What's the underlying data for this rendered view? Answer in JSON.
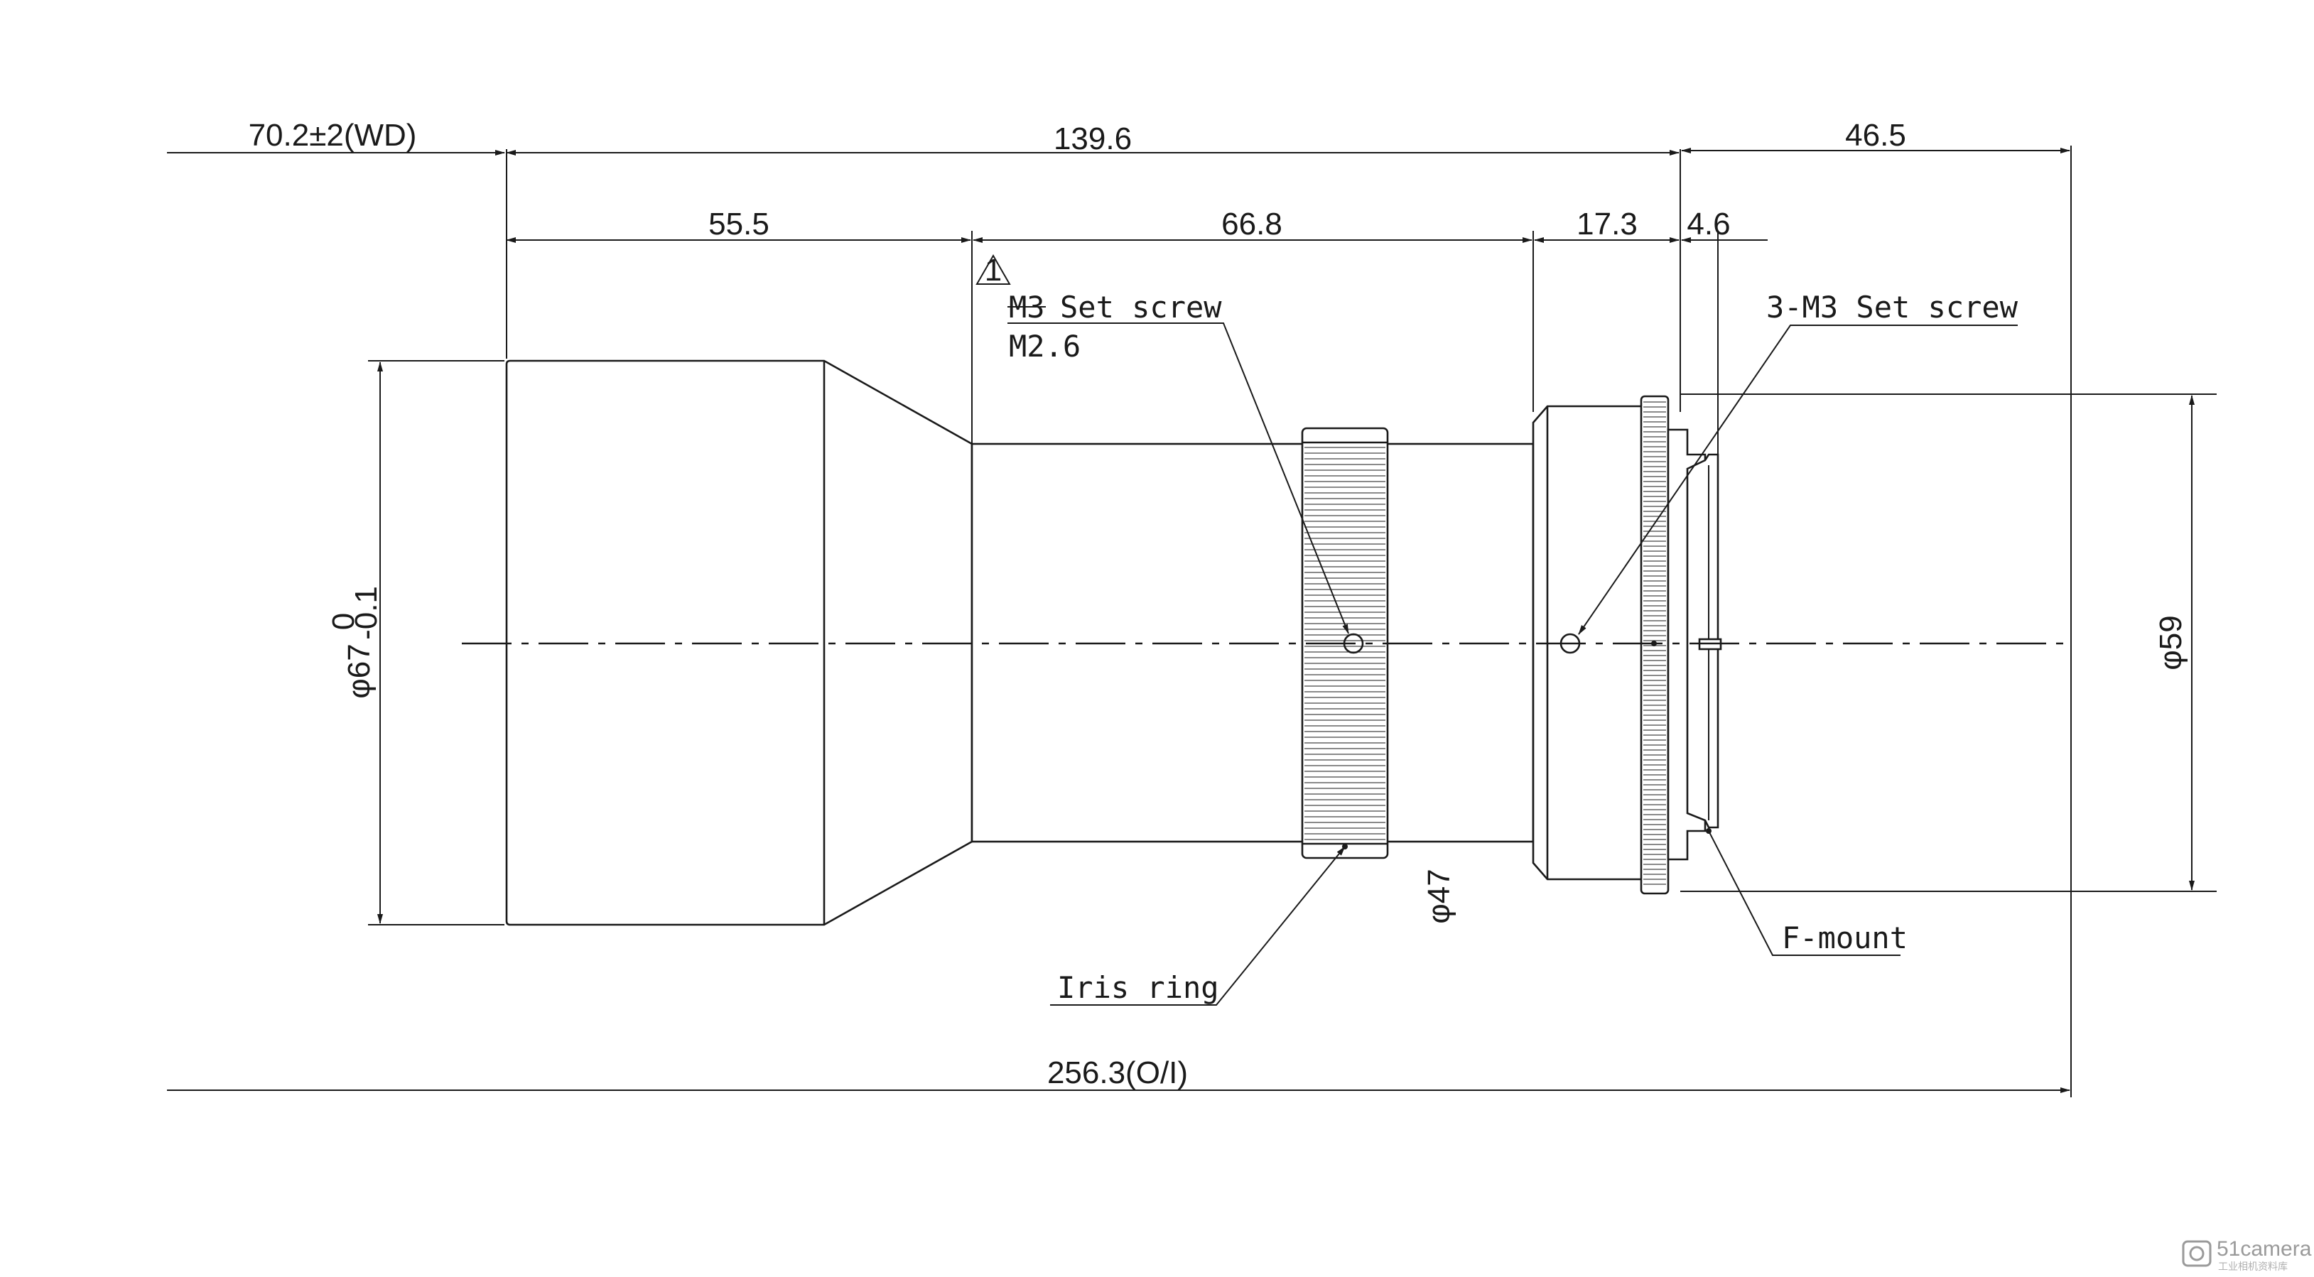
{
  "dimensions": {
    "working_distance": "70.2±2(WD)",
    "front_to_mount": "139.6",
    "flange_back": "46.5",
    "front_section": "55.5",
    "mid_section": "66.8",
    "rear_section": "17.3",
    "mount_thickness": "4.6",
    "overall": "256.3(O/I)",
    "front_diameter": "φ67",
    "front_diameter_tol_upper": "0",
    "front_diameter_tol_lower": "-0.1",
    "barrel_diameter": "φ47",
    "mount_diameter": "φ59"
  },
  "callouts": {
    "revision_mark": "1",
    "set_screw_old": "M3",
    "set_screw_label": "Set screw",
    "set_screw_new": "M2.6",
    "rear_set_screw": "3-M3 Set screw",
    "iris_ring": "Iris ring",
    "mount_type": "F-mount"
  },
  "watermark": {
    "brand": "51camera",
    "sub": "工业相机资料库"
  }
}
